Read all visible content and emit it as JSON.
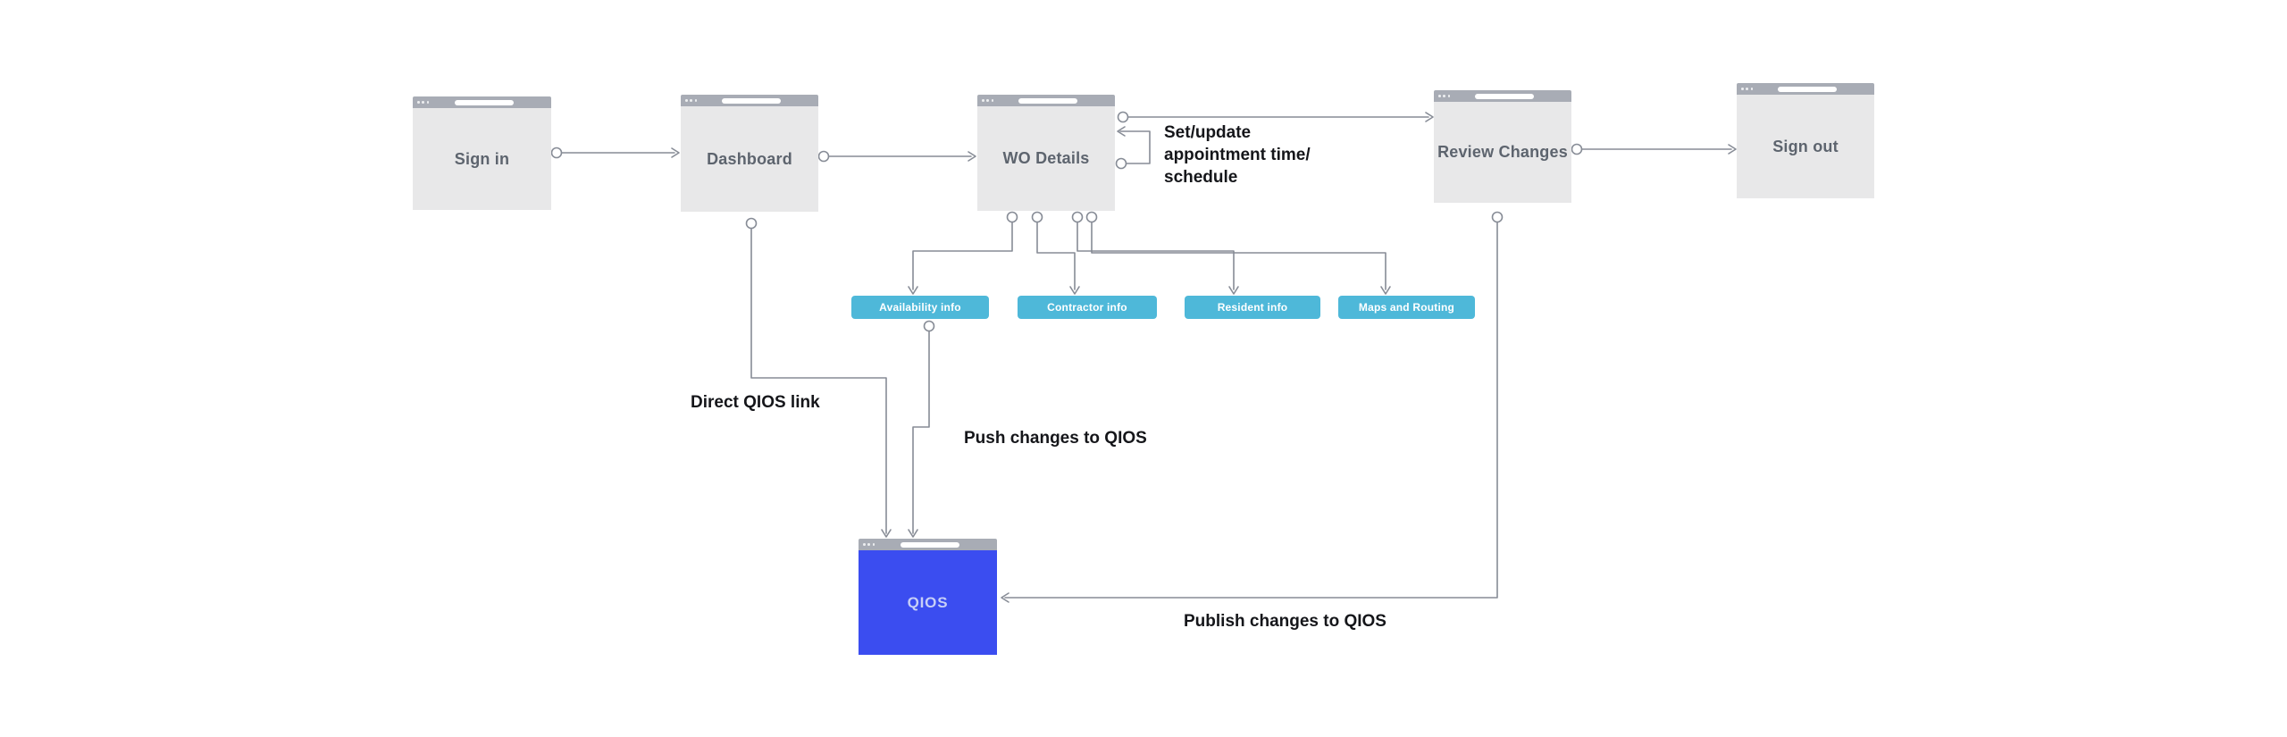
{
  "diagram": {
    "windows": [
      {
        "title": "Sign in"
      },
      {
        "title": "Dashboard"
      },
      {
        "title": "WO Details"
      },
      {
        "title": "Review Changes"
      },
      {
        "title": "Sign out"
      },
      {
        "title": "QIOS"
      }
    ],
    "sub_boxes": [
      {
        "label": "Availability info"
      },
      {
        "label": "Contractor info"
      },
      {
        "label": "Resident info"
      },
      {
        "label": "Maps and Routing"
      }
    ],
    "labels": {
      "set_update_lines": [
        "Set/update",
        "appointment time/",
        "schedule"
      ],
      "direct_link": "Direct QIOS link",
      "push_changes": "Push changes to QIOS",
      "publish_changes": "Publish changes to QIOS"
    },
    "colors": {
      "window_header": "#a8acb5",
      "window_body": "#e8e8e9",
      "qios_body": "#3b4df0",
      "qios_text": "#c7cff7",
      "sub_box": "#4eb8d9",
      "sub_box_text": "#ffffff",
      "connector": "#878c96",
      "title_text": "#5d646e",
      "label_text": "#15161a",
      "background": "#ffffff"
    }
  }
}
